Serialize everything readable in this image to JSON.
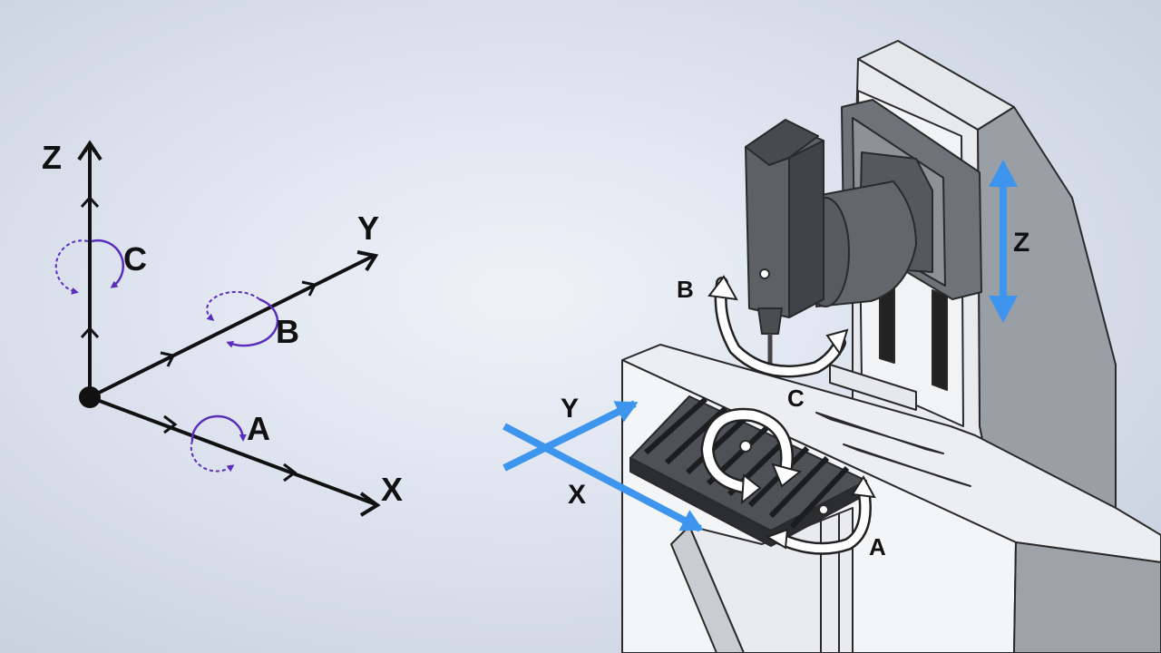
{
  "left_diagram": {
    "axes": {
      "x": "X",
      "y": "Y",
      "z": "Z"
    },
    "rotations": {
      "a": "A",
      "b": "B",
      "c": "C"
    },
    "axis_color": "#111111",
    "rotation_color": "#5a2dbd"
  },
  "machine_diagram": {
    "linear_labels": {
      "x": "X",
      "y": "Y",
      "z": "Z"
    },
    "rotary_labels": {
      "a": "A",
      "b": "B",
      "c": "C"
    },
    "arrow_color": "#3d95ee"
  }
}
